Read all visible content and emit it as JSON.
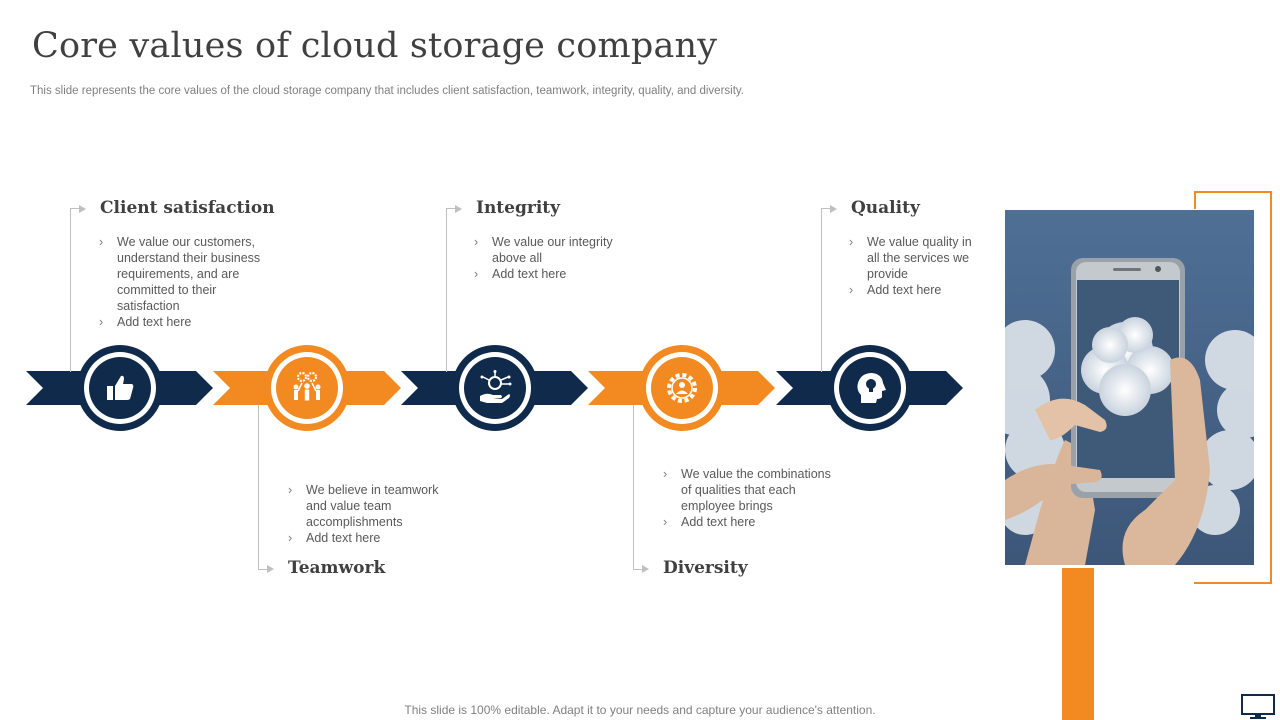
{
  "slide": {
    "title": "Core values of cloud storage company",
    "subtitle": "This slide represents the core values of the cloud storage company that includes client satisfaction, teamwork, integrity, quality,  and diversity.",
    "footer": "This slide is 100% editable. Adapt it to your needs and capture your audience's attention."
  },
  "colors": {
    "navy": "#0f2a4a",
    "orange": "#f28a21",
    "text": "#404040",
    "muted": "#7f7f7f"
  },
  "values": [
    {
      "heading": "Client satisfaction",
      "icon": "thumbs-up-icon",
      "color": "navy",
      "bullets": [
        "We value our customers, understand their business requirements, and are committed to their satisfaction",
        "Add text here"
      ]
    },
    {
      "heading": "Teamwork",
      "icon": "team-gears-icon",
      "color": "orange",
      "bullets": [
        "We believe in teamwork and value team accomplishments",
        "Add text here"
      ]
    },
    {
      "heading": "Integrity",
      "icon": "hand-circuit-icon",
      "color": "navy",
      "bullets": [
        "We value our integrity above all",
        "Add text here"
      ]
    },
    {
      "heading": "Diversity",
      "icon": "gear-person-icon",
      "color": "orange",
      "bullets": [
        "We value the combinations of qualities that each employee brings",
        "Add text here"
      ]
    },
    {
      "heading": "Quality",
      "icon": "head-lightbulb-icon",
      "color": "navy",
      "bullets": [
        "We value quality in all the services we provide",
        "Add text here"
      ]
    }
  ],
  "image": {
    "icon": "phone-cloud-photo"
  }
}
